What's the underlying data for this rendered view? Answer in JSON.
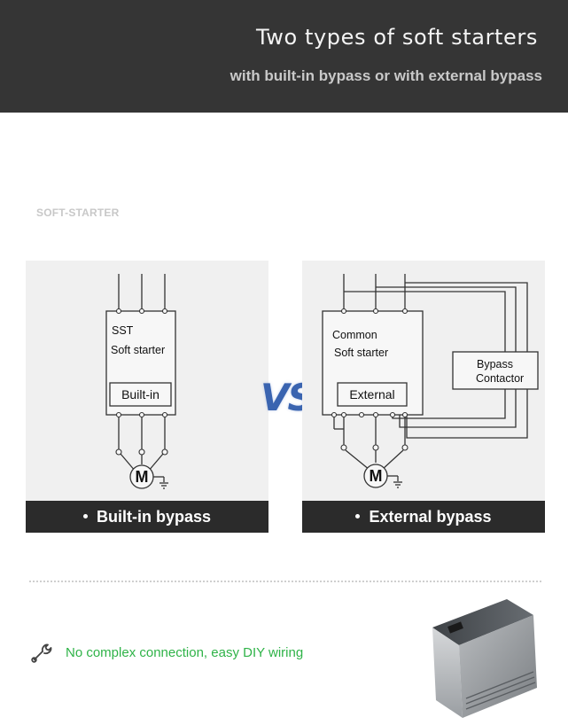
{
  "header": {
    "title": "Two types of soft starters",
    "subtitle": "with built-in bypass or with external bypass"
  },
  "brand": "SOFT-STARTER",
  "vs_label": "VS",
  "left_panel": {
    "line1": "SST",
    "line2": "Soft starter",
    "box_label": "Built-in",
    "motor_label": "M",
    "caption": "Built-in bypass"
  },
  "right_panel": {
    "line1": "Common",
    "line2": "Soft starter",
    "box_label": "External",
    "bypass_line1": "Bypass",
    "bypass_line2": "Contactor",
    "motor_label": "M",
    "caption": "External bypass"
  },
  "feature": {
    "icon": "wrench-icon",
    "text": "No complex connection, easy DIY wiring",
    "color": "#2fb348"
  },
  "colors": {
    "header_bg": "#353535",
    "panel_bg": "#f0f0f0",
    "caption_bg": "#2b2b2b",
    "vs": "#3a64b0"
  }
}
